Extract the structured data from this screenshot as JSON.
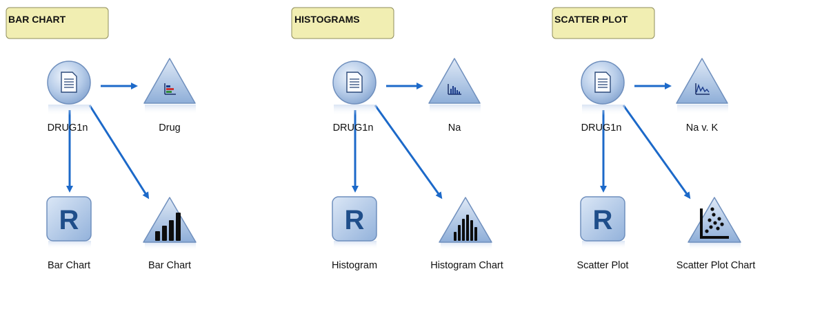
{
  "sections": [
    {
      "comment": "BAR CHART",
      "source": {
        "label": "DRUG1n",
        "icon": "source-file-icon"
      },
      "preview": {
        "label": "Drug",
        "icon": "distribution-icon"
      },
      "r_node": {
        "label": "Bar Chart",
        "icon": "r-script-icon"
      },
      "chart_node": {
        "label": "Bar Chart",
        "icon": "bar-chart-icon"
      }
    },
    {
      "comment": "HISTOGRAMS",
      "source": {
        "label": "DRUG1n",
        "icon": "source-file-icon"
      },
      "preview": {
        "label": "Na",
        "icon": "histogram-icon"
      },
      "r_node": {
        "label": "Histogram",
        "icon": "r-script-icon"
      },
      "chart_node": {
        "label": "Histogram Chart",
        "icon": "histogram-chart-icon"
      }
    },
    {
      "comment": "SCATTER PLOT",
      "source": {
        "label": "DRUG1n",
        "icon": "source-file-icon"
      },
      "preview": {
        "label": "Na v. K",
        "icon": "plot-icon"
      },
      "r_node": {
        "label": "Scatter Plot",
        "icon": "r-script-icon"
      },
      "chart_node": {
        "label": "Scatter Plot Chart",
        "icon": "scatter-chart-icon"
      }
    }
  ],
  "r_letter": "R",
  "colors": {
    "comment_fill": "#f1eeb2",
    "comment_border": "#8f8d5c",
    "arrow": "#1c69c9",
    "node_fill": "#a6c2e6",
    "node_border": "#6f8fbd"
  }
}
